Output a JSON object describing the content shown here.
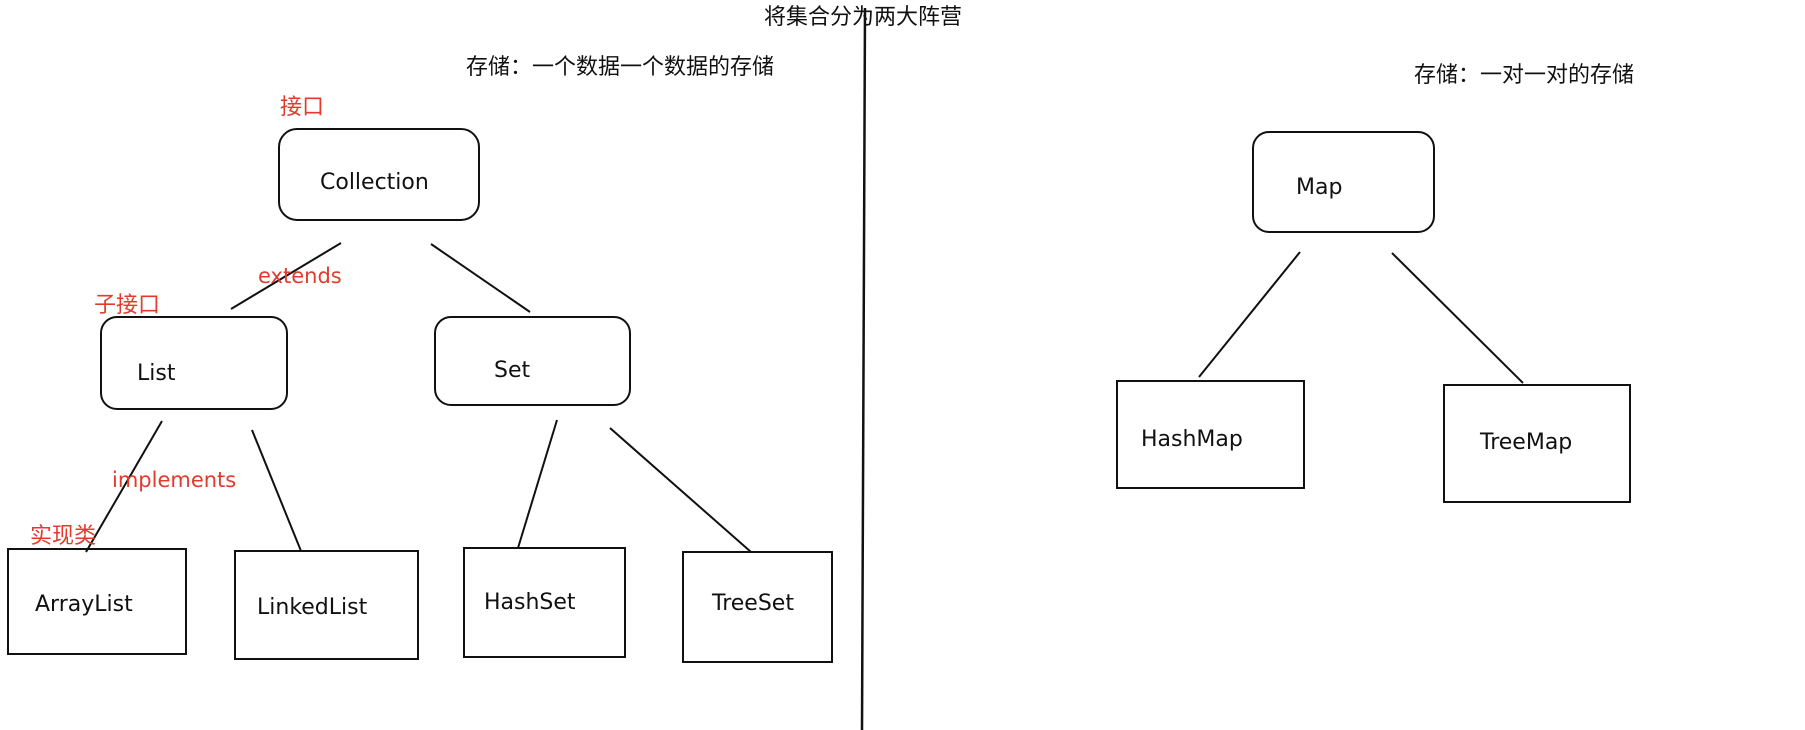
{
  "title": "将集合分为两大阵营",
  "left_section": {
    "storage_note": "存储：一个数据一个数据的存储",
    "interface_label": "接口",
    "subinterface_label": "子接口",
    "extends_label": "extends",
    "implements_label": "implements",
    "impl_class_label": "实现类",
    "root_node": "Collection",
    "sub_nodes": [
      "List",
      "Set"
    ],
    "list_impls": [
      "ArrayList",
      "LinkedList"
    ],
    "set_impls": [
      "HashSet",
      "TreeSet"
    ]
  },
  "right_section": {
    "storage_note": "存储：一对一对的存储",
    "root_node": "Map",
    "impls": [
      "HashMap",
      "TreeMap"
    ]
  },
  "colors": {
    "annotation": "#e23b2e",
    "stroke": "#111111",
    "background": "#ffffff"
  }
}
